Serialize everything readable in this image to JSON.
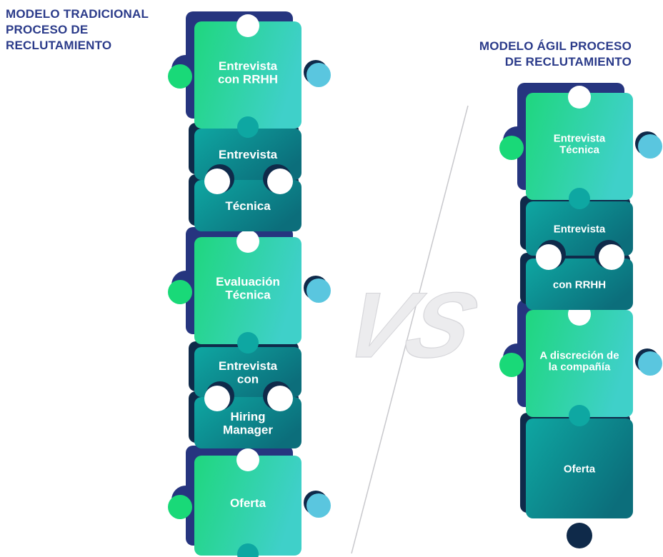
{
  "colors": {
    "navy": "#26357f",
    "green_start": "#1fd77e",
    "green_end": "#3fd0c9",
    "teal_start": "#0ea7a2",
    "teal_end": "#0c6e7b",
    "tab_cyan": "#5ac6df",
    "tab_green": "#19d978",
    "dark_navy": "#0f2a4a",
    "title_color": "#2b3b8a",
    "vs_color": "#e8e8ea"
  },
  "traditional": {
    "title_lines": [
      "MODELO TRADICIONAL",
      "PROCESO DE",
      "RECLUTAMIENTO"
    ],
    "steps": [
      {
        "kind": "green",
        "lines": [
          "Entrevista",
          "con RRHH"
        ]
      },
      {
        "kind": "teal",
        "lines": [
          "Entrevista"
        ]
      },
      {
        "kind": "teal",
        "lines": [
          "Técnica"
        ]
      },
      {
        "kind": "green",
        "lines": [
          "Evaluación",
          "Técnica"
        ]
      },
      {
        "kind": "teal",
        "lines": [
          "Entrevista",
          "con"
        ]
      },
      {
        "kind": "teal",
        "lines": [
          "Hiring",
          "Manager"
        ]
      },
      {
        "kind": "green",
        "lines": [
          "Oferta"
        ]
      }
    ]
  },
  "agile": {
    "title_lines": [
      "MODELO ÁGIL PROCESO",
      "DE RECLUTAMIENTO"
    ],
    "steps": [
      {
        "kind": "green",
        "lines": [
          "Entrevista",
          "Técnica"
        ]
      },
      {
        "kind": "teal",
        "lines": [
          "Entrevista"
        ]
      },
      {
        "kind": "teal",
        "lines": [
          "con RRHH"
        ]
      },
      {
        "kind": "green",
        "lines": [
          "A discreción de",
          "la compañía"
        ]
      },
      {
        "kind": "teal",
        "lines": [
          "Oferta"
        ]
      }
    ]
  },
  "versus_text": "VS"
}
